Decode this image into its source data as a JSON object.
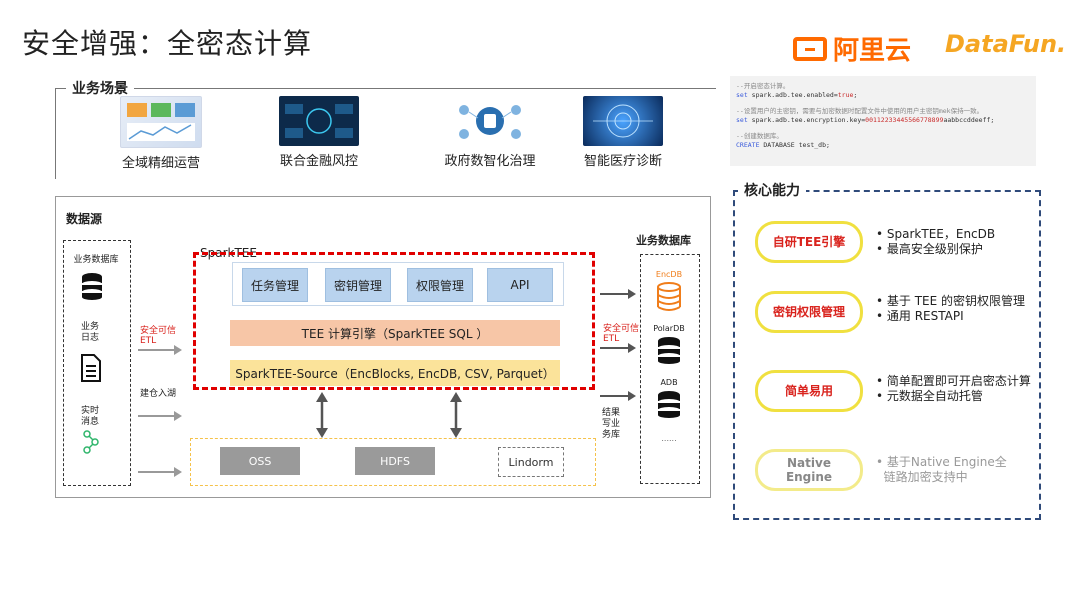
{
  "title": "安全增强：全密态计算",
  "logos": {
    "aliyun": "阿里云",
    "datafun": "DataFun."
  },
  "scenarios": {
    "label": "业务场景",
    "items": [
      "全域精细运营",
      "联合金融风控",
      "政府数智化治理",
      "智能医疗诊断"
    ]
  },
  "code": {
    "comment1": "--开启密态计算。",
    "line1_kw": "set",
    "line1_key": " spark.adb.tee.enabled=",
    "line1_val": "true",
    "line1_end": ";",
    "comment2": "--设置用户的主密钥，需要与加密数据时配置文件中使用的用户主密钥mek保持一致。",
    "line2_kw": "set",
    "line2_key": " spark.adb.tee.encryption.key=",
    "line2_val": "00112233445566778899",
    "line2_end": "aabbccddeeff;",
    "comment3": "--创建数据库。",
    "line3_kw": "CREATE",
    "line3_rest": " DATABASE test_db;"
  },
  "diagram": {
    "datasource_label": "数据源",
    "sources": [
      "业务数据库",
      "业务\n日志",
      "实时\n消息"
    ],
    "secure_etl": "安全可信\nETL",
    "secure_etl_right": "安全可信\nETL",
    "lake_ingest": "建仓入湖",
    "result_write": "结果\n写业\n务库",
    "sparktee_label": "SparkTEE",
    "modules": [
      "任务管理",
      "密钥管理",
      "权限管理",
      "API"
    ],
    "engine": "TEE 计算引擎（SparkTEE SQL ）",
    "source_connector": "SparkTEE-Source（EncBlocks, EncDB, CSV, Parquet）",
    "storage": [
      "OSS",
      "HDFS",
      "Lindorm"
    ],
    "business_db_label": "业务数据库",
    "dbs": [
      "EncDB",
      "PolarDB",
      "ADB"
    ],
    "more": "......",
    "colors": {
      "spark_border": "#e00000",
      "engine_bg": "#f7c6a7",
      "source_bg": "#fbe39a",
      "module_bg": "#b9d3ee",
      "encdb": "#f07d1a"
    }
  },
  "core": {
    "label": "核心能力",
    "items": [
      {
        "name": "自研TEE引擎",
        "features": [
          "SparkTEE，EncDB",
          "最高安全级别保护"
        ]
      },
      {
        "name": "密钥权限管理",
        "features": [
          "基于 TEE 的密钥权限管理",
          "通用 RESTAPI"
        ]
      },
      {
        "name": "简单易用",
        "features": [
          "简单配置即可开启密态计算",
          "元数据全自动托管"
        ]
      },
      {
        "name": "Native\nEngine",
        "features": [
          "基于Native Engine全",
          "链路加密支持中"
        ]
      }
    ]
  }
}
